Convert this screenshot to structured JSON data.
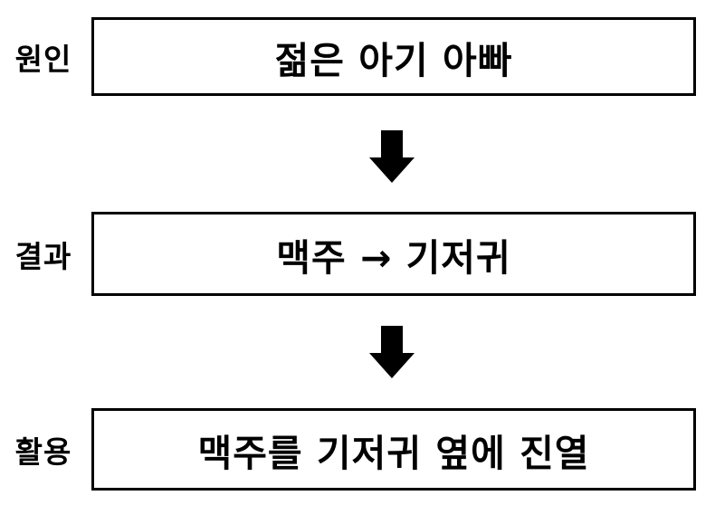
{
  "diagram": {
    "type": "flowchart",
    "background_color": "#ffffff",
    "line_color": "#000000",
    "rows": [
      {
        "label": "원인",
        "box_text": "젊은 아기 아빠"
      },
      {
        "label": "결과",
        "box_text": "맥주 → 기저귀"
      },
      {
        "label": "활용",
        "box_text": "맥주를 기저귀 옆에 진열"
      }
    ],
    "connectors": [
      {
        "icon": "down-arrow",
        "from": "원인",
        "to": "결과"
      },
      {
        "icon": "down-arrow",
        "from": "결과",
        "to": "활용"
      }
    ]
  }
}
